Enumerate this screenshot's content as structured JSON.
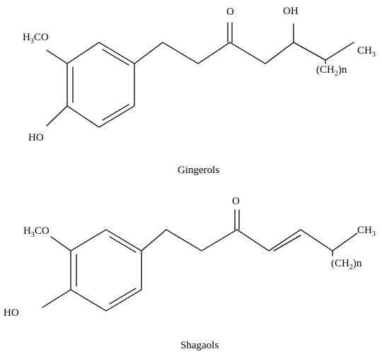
{
  "molecules": [
    {
      "caption": "Gingerols",
      "methoxy": {
        "main": "H",
        "sub": "3",
        "tail": "CO"
      },
      "hydroxy_ring": "HO",
      "carbonyl_o": "O",
      "hydroxyl": "OH",
      "terminal": {
        "main": "CH",
        "sub": "3"
      },
      "chain": {
        "open": "(CH",
        "sub": "2",
        "close": ")n"
      }
    },
    {
      "caption": "Shagaols",
      "methoxy": {
        "main": "H",
        "sub": "3",
        "tail": "CO"
      },
      "hydroxy_ring": "HO",
      "carbonyl_o": "O",
      "terminal": {
        "main": "CH",
        "sub": "3"
      },
      "chain": {
        "open": "(CH",
        "sub": "2",
        "close": ")n"
      }
    }
  ]
}
